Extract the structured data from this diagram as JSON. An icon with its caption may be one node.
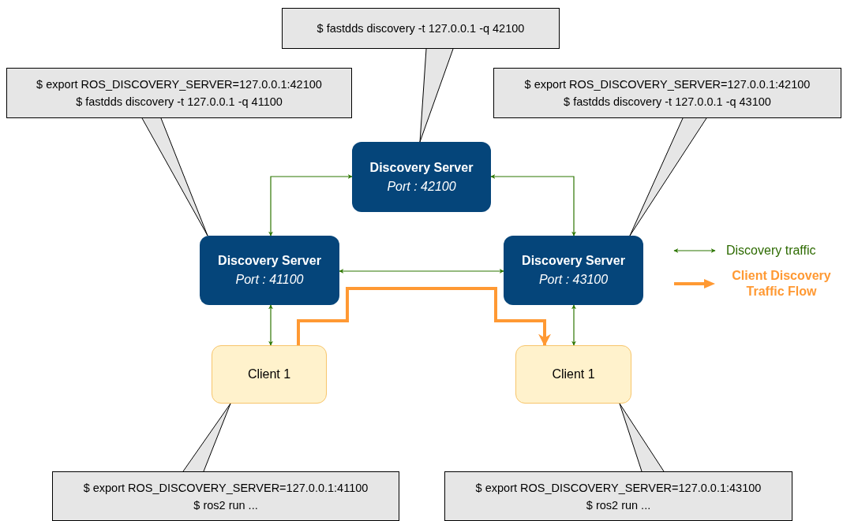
{
  "diagram": {
    "nodes": [
      {
        "text": [
          "$ fastdds discovery -t 127.0.0.1 -q 42100"
        ]
      },
      {
        "text": [
          "$ export ROS_DISCOVERY_SERVER=127.0.0.1:42100",
          "$ fastdds discovery -t 127.0.0.1 -q 41100"
        ]
      },
      {
        "text": [
          "$ export ROS_DISCOVERY_SERVER=127.0.0.1:42100",
          "$ fastdds discovery -t 127.0.0.1 -q 43100"
        ]
      },
      {
        "text": [
          "Discovery Server",
          "Port : 42100"
        ]
      },
      {
        "text": [
          "Discovery Server",
          "Port : 41100"
        ]
      },
      {
        "text": [
          "Discovery Server",
          "Port : 43100"
        ]
      },
      {
        "text": [
          "Client 1"
        ]
      },
      {
        "text": [
          "Client 1"
        ]
      },
      {
        "text": [
          "$ export ROS_DISCOVERY_SERVER=127.0.0.1:41100",
          "$ ros2 run ..."
        ]
      },
      {
        "text": [
          "$ export ROS_DISCOVERY_SERVER=127.0.0.1:43100",
          "$ ros2 run ..."
        ]
      }
    ],
    "edges": [
      {
        "from": 0,
        "to": 3,
        "arrow": "none"
      },
      {
        "from": 1,
        "to": 4,
        "arrow": "none"
      },
      {
        "from": 2,
        "to": 5,
        "arrow": "none"
      },
      {
        "from": 8,
        "to": 6,
        "arrow": "none"
      },
      {
        "from": 9,
        "to": 7,
        "arrow": "none"
      },
      {
        "from": 3,
        "to": 4,
        "arrow": "both",
        "color": "#2d7600"
      },
      {
        "from": 3,
        "to": 5,
        "arrow": "both",
        "color": "#2d7600"
      },
      {
        "from": 4,
        "to": 5,
        "arrow": "both",
        "color": "#2d7600"
      },
      {
        "from": 4,
        "to": 6,
        "arrow": "both",
        "color": "#2d7600"
      },
      {
        "from": 5,
        "to": 7,
        "arrow": "both",
        "color": "#2d7600"
      },
      {
        "from": 6,
        "to": 7,
        "arrow": "to",
        "style": "thick",
        "color": "#ff9933"
      }
    ],
    "legend": [
      {
        "text": "Discovery traffic"
      },
      {
        "text": "Client Discovery Traffic Flow"
      }
    ]
  }
}
